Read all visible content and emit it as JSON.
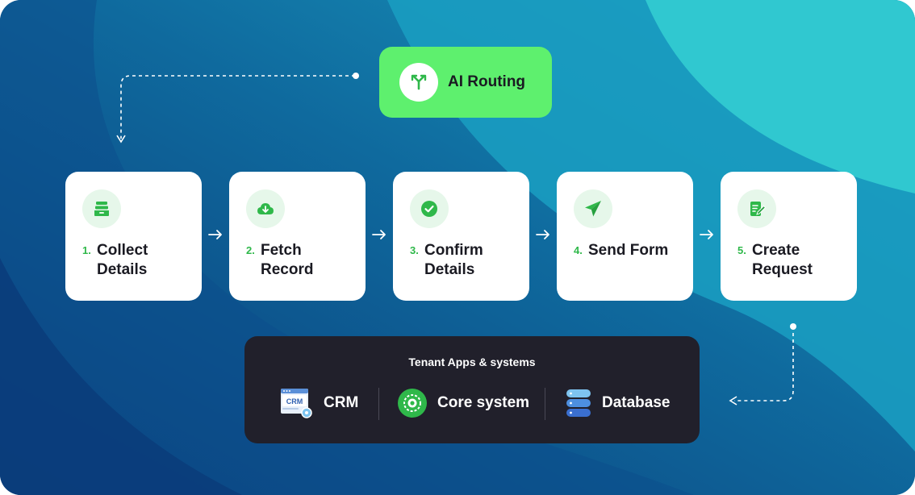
{
  "colors": {
    "background_deep": "#0b3f7e",
    "background_mid": "#1784b4",
    "background_light": "#2fc6cf",
    "routing_green": "#5ef06e",
    "step_accent": "#2fb84a",
    "tenant_dark": "#21202b"
  },
  "routing": {
    "label": "AI Routing",
    "icon": "routing-fork-icon"
  },
  "steps": [
    {
      "num": "1.",
      "title": "Collect Details",
      "icon": "inbox-tray-icon"
    },
    {
      "num": "2.",
      "title": "Fetch Record",
      "icon": "cloud-download-icon"
    },
    {
      "num": "3.",
      "title": "Confirm Details",
      "icon": "check-circle-icon"
    },
    {
      "num": "4.",
      "title": "Send Form",
      "icon": "paper-plane-icon"
    },
    {
      "num": "5.",
      "title": "Create Request",
      "icon": "edit-document-icon"
    }
  ],
  "tenant": {
    "title": "Tenant Apps & systems",
    "systems": [
      {
        "label": "CRM",
        "icon": "crm-window-icon",
        "icon_text": "CRM"
      },
      {
        "label": "Core system",
        "icon": "core-system-icon"
      },
      {
        "label": "Database",
        "icon": "database-icon"
      }
    ]
  }
}
